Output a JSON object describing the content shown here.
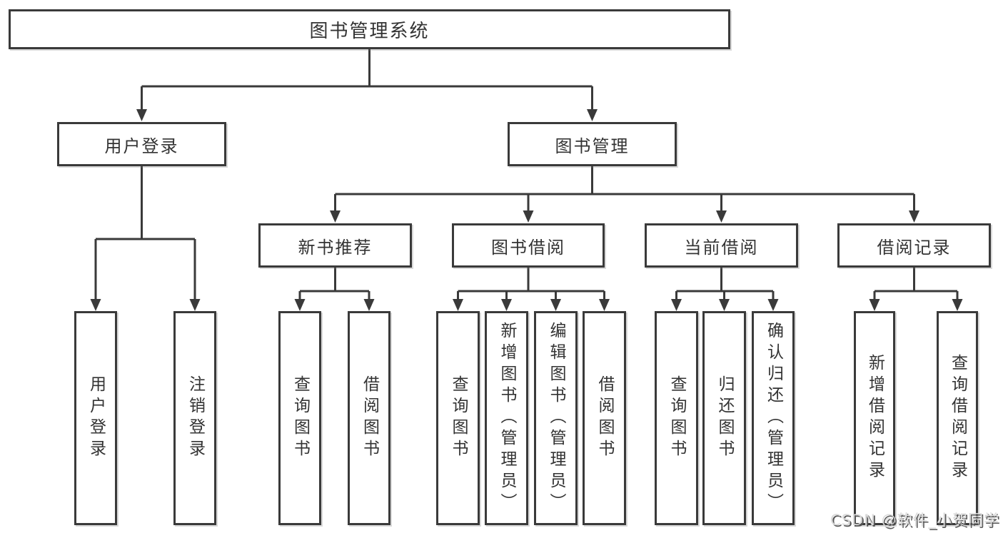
{
  "diagram": {
    "root": {
      "label": "图书管理系统"
    },
    "branches": [
      {
        "label": "用户登录",
        "children": [
          {
            "label": "用户登录"
          },
          {
            "label": "注销登录"
          }
        ]
      },
      {
        "label": "图书管理",
        "children": [
          {
            "label": "新书推荐",
            "children": [
              {
                "label": "查询图书"
              },
              {
                "label": "借阅图书"
              }
            ]
          },
          {
            "label": "图书借阅",
            "children": [
              {
                "label": "查询图书"
              },
              {
                "label": "新增图书（管理员）"
              },
              {
                "label": "编辑图书（管理员）"
              },
              {
                "label": "借阅图书"
              }
            ]
          },
          {
            "label": "当前借阅",
            "children": [
              {
                "label": "查询图书"
              },
              {
                "label": "归还图书"
              },
              {
                "label": "确认归还（管理员）"
              }
            ]
          },
          {
            "label": "借阅记录",
            "children": [
              {
                "label": "新增借阅记录"
              },
              {
                "label": "查询借阅记录"
              }
            ]
          }
        ]
      }
    ]
  },
  "watermark": {
    "text": "CSDN @软件_小贺同学"
  },
  "colors": {
    "line": "#3a3a3a",
    "box_border": "#3a3a3a",
    "text": "#333333",
    "background": "#ffffff",
    "watermark_text": "#d9d9d9",
    "watermark_shadow": "#565656"
  }
}
